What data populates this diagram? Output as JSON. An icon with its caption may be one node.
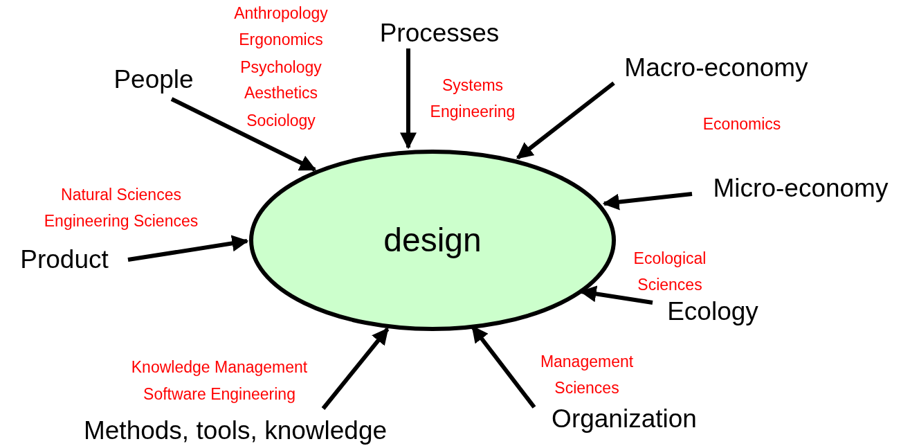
{
  "diagram": {
    "nodes": [
      {
        "text": [
          "design"
        ]
      },
      {
        "text": [
          "People"
        ]
      },
      {
        "text": [
          "Processes"
        ]
      },
      {
        "text": [
          "Macro-economy"
        ]
      },
      {
        "text": [
          "Micro-economy"
        ]
      },
      {
        "text": [
          "Product"
        ]
      },
      {
        "text": [
          "Ecology"
        ]
      },
      {
        "text": [
          "Methods, tools, knowledge"
        ]
      },
      {
        "text": [
          "Organization"
        ]
      }
    ],
    "edges": [
      {
        "from": 1,
        "to": 0,
        "arrow": "to"
      },
      {
        "from": 2,
        "to": 0,
        "arrow": "to"
      },
      {
        "from": 3,
        "to": 0,
        "arrow": "to"
      },
      {
        "from": 4,
        "to": 0,
        "arrow": "to"
      },
      {
        "from": 5,
        "to": 0,
        "arrow": "to"
      },
      {
        "from": 6,
        "to": 0,
        "arrow": "to"
      },
      {
        "from": 7,
        "to": 0,
        "arrow": "to"
      },
      {
        "from": 8,
        "to": 0,
        "arrow": "to"
      }
    ],
    "labels": [
      "Anthropology",
      "Ergonomics",
      "Psychology",
      "Aesthetics",
      "Sociology",
      "Systems Engineering",
      "Economics",
      "Natural Sciences",
      "Engineering Sciences",
      "Ecological Sciences",
      "Knowledge Management",
      "Software Engineering",
      "Management Sciences"
    ]
  }
}
